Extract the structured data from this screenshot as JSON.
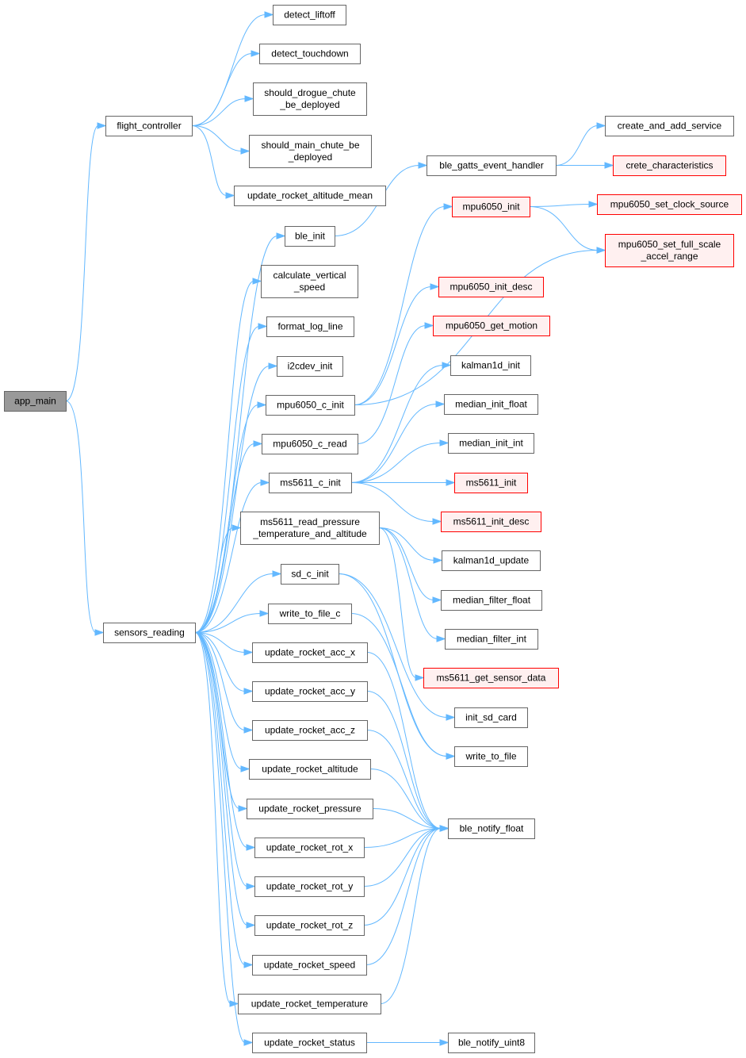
{
  "graph": {
    "edge_color": "#63b8ff",
    "root_fill": "#999999",
    "external_fill": "#fff0f0",
    "external_stroke": "#ff0000",
    "nodes": {
      "app_main": {
        "lines": [
          "app_main"
        ],
        "kind": "root"
      },
      "flight_controller": {
        "lines": [
          "flight_controller"
        ]
      },
      "sensors_reading": {
        "lines": [
          "sensors_reading"
        ]
      },
      "detect_liftoff": {
        "lines": [
          "detect_liftoff"
        ]
      },
      "detect_touchdown": {
        "lines": [
          "detect_touchdown"
        ]
      },
      "should_drogue_chute_be_deployed": {
        "lines": [
          "should_drogue_chute",
          "_be_deployed"
        ]
      },
      "should_main_chute_be_deployed": {
        "lines": [
          "should_main_chute_be",
          "_deployed"
        ]
      },
      "update_rocket_altitude_mean": {
        "lines": [
          "update_rocket_altitude_mean"
        ]
      },
      "ble_init": {
        "lines": [
          "ble_init"
        ]
      },
      "calculate_vertical_speed": {
        "lines": [
          "calculate_vertical",
          "_speed"
        ]
      },
      "format_log_line": {
        "lines": [
          "format_log_line"
        ]
      },
      "i2cdev_init": {
        "lines": [
          "i2cdev_init"
        ]
      },
      "mpu6050_c_init": {
        "lines": [
          "mpu6050_c_init"
        ]
      },
      "mpu6050_c_read": {
        "lines": [
          "mpu6050_c_read"
        ]
      },
      "ms5611_c_init": {
        "lines": [
          "ms5611_c_init"
        ]
      },
      "ms5611_read_pressure_temperature_and_altitude": {
        "lines": [
          "ms5611_read_pressure",
          "_temperature_and_altitude"
        ]
      },
      "sd_c_init": {
        "lines": [
          "sd_c_init"
        ]
      },
      "write_to_file_c": {
        "lines": [
          "write_to_file_c"
        ]
      },
      "update_rocket_acc_x": {
        "lines": [
          "update_rocket_acc_x"
        ]
      },
      "update_rocket_acc_y": {
        "lines": [
          "update_rocket_acc_y"
        ]
      },
      "update_rocket_acc_z": {
        "lines": [
          "update_rocket_acc_z"
        ]
      },
      "update_rocket_altitude": {
        "lines": [
          "update_rocket_altitude"
        ]
      },
      "update_rocket_pressure": {
        "lines": [
          "update_rocket_pressure"
        ]
      },
      "update_rocket_rot_x": {
        "lines": [
          "update_rocket_rot_x"
        ]
      },
      "update_rocket_rot_y": {
        "lines": [
          "update_rocket_rot_y"
        ]
      },
      "update_rocket_rot_z": {
        "lines": [
          "update_rocket_rot_z"
        ]
      },
      "update_rocket_speed": {
        "lines": [
          "update_rocket_speed"
        ]
      },
      "update_rocket_temperature": {
        "lines": [
          "update_rocket_temperature"
        ]
      },
      "update_rocket_status": {
        "lines": [
          "update_rocket_status"
        ]
      },
      "ble_gatts_event_handler": {
        "lines": [
          "ble_gatts_event_handler"
        ]
      },
      "mpu6050_init": {
        "lines": [
          "mpu6050_init"
        ],
        "kind": "external"
      },
      "mpu6050_init_desc": {
        "lines": [
          "mpu6050_init_desc"
        ],
        "kind": "external"
      },
      "mpu6050_get_motion": {
        "lines": [
          "mpu6050_get_motion"
        ],
        "kind": "external"
      },
      "kalman1d_init": {
        "lines": [
          "kalman1d_init"
        ]
      },
      "median_init_float": {
        "lines": [
          "median_init_float"
        ]
      },
      "median_init_int": {
        "lines": [
          "median_init_int"
        ]
      },
      "ms5611_init": {
        "lines": [
          "ms5611_init"
        ],
        "kind": "external"
      },
      "ms5611_init_desc": {
        "lines": [
          "ms5611_init_desc"
        ],
        "kind": "external"
      },
      "kalman1d_update": {
        "lines": [
          "kalman1d_update"
        ]
      },
      "median_filter_float": {
        "lines": [
          "median_filter_float"
        ]
      },
      "median_filter_int": {
        "lines": [
          "median_filter_int"
        ]
      },
      "ms5611_get_sensor_data": {
        "lines": [
          "ms5611_get_sensor_data"
        ],
        "kind": "external"
      },
      "init_sd_card": {
        "lines": [
          "init_sd_card"
        ]
      },
      "write_to_file": {
        "lines": [
          "write_to_file"
        ]
      },
      "ble_notify_float": {
        "lines": [
          "ble_notify_float"
        ]
      },
      "ble_notify_uint8": {
        "lines": [
          "ble_notify_uint8"
        ]
      },
      "create_and_add_service": {
        "lines": [
          "create_and_add_service"
        ]
      },
      "crete_characteristics": {
        "lines": [
          "crete_characteristics"
        ],
        "kind": "external"
      },
      "mpu6050_set_clock_source": {
        "lines": [
          "mpu6050_set_clock_source"
        ],
        "kind": "external"
      },
      "mpu6050_set_full_scale_accel_range": {
        "lines": [
          "mpu6050_set_full_scale",
          "_accel_range"
        ],
        "kind": "external"
      }
    },
    "edges": [
      [
        "app_main",
        "flight_controller"
      ],
      [
        "app_main",
        "sensors_reading"
      ],
      [
        "flight_controller",
        "detect_liftoff"
      ],
      [
        "flight_controller",
        "detect_touchdown"
      ],
      [
        "flight_controller",
        "should_drogue_chute_be_deployed"
      ],
      [
        "flight_controller",
        "should_main_chute_be_deployed"
      ],
      [
        "flight_controller",
        "update_rocket_altitude_mean"
      ],
      [
        "sensors_reading",
        "ble_init"
      ],
      [
        "sensors_reading",
        "calculate_vertical_speed"
      ],
      [
        "sensors_reading",
        "format_log_line"
      ],
      [
        "sensors_reading",
        "i2cdev_init"
      ],
      [
        "sensors_reading",
        "mpu6050_c_init"
      ],
      [
        "sensors_reading",
        "mpu6050_c_read"
      ],
      [
        "sensors_reading",
        "ms5611_c_init"
      ],
      [
        "sensors_reading",
        "ms5611_read_pressure_temperature_and_altitude"
      ],
      [
        "sensors_reading",
        "sd_c_init"
      ],
      [
        "sensors_reading",
        "write_to_file_c"
      ],
      [
        "sensors_reading",
        "update_rocket_acc_x"
      ],
      [
        "sensors_reading",
        "update_rocket_acc_y"
      ],
      [
        "sensors_reading",
        "update_rocket_acc_z"
      ],
      [
        "sensors_reading",
        "update_rocket_altitude"
      ],
      [
        "sensors_reading",
        "update_rocket_pressure"
      ],
      [
        "sensors_reading",
        "update_rocket_rot_x"
      ],
      [
        "sensors_reading",
        "update_rocket_rot_y"
      ],
      [
        "sensors_reading",
        "update_rocket_rot_z"
      ],
      [
        "sensors_reading",
        "update_rocket_speed"
      ],
      [
        "sensors_reading",
        "update_rocket_temperature"
      ],
      [
        "sensors_reading",
        "update_rocket_status"
      ],
      [
        "ble_init",
        "ble_gatts_event_handler"
      ],
      [
        "ble_gatts_event_handler",
        "create_and_add_service"
      ],
      [
        "ble_gatts_event_handler",
        "crete_characteristics"
      ],
      [
        "mpu6050_c_init",
        "mpu6050_init"
      ],
      [
        "mpu6050_c_init",
        "mpu6050_init_desc"
      ],
      [
        "mpu6050_c_init",
        "mpu6050_set_full_scale_accel_range"
      ],
      [
        "mpu6050_init",
        "mpu6050_set_clock_source"
      ],
      [
        "mpu6050_init",
        "mpu6050_set_full_scale_accel_range"
      ],
      [
        "mpu6050_c_read",
        "mpu6050_get_motion"
      ],
      [
        "ms5611_c_init",
        "kalman1d_init"
      ],
      [
        "ms5611_c_init",
        "median_init_float"
      ],
      [
        "ms5611_c_init",
        "median_init_int"
      ],
      [
        "ms5611_c_init",
        "ms5611_init"
      ],
      [
        "ms5611_c_init",
        "ms5611_init_desc"
      ],
      [
        "ms5611_read_pressure_temperature_and_altitude",
        "kalman1d_update"
      ],
      [
        "ms5611_read_pressure_temperature_and_altitude",
        "median_filter_float"
      ],
      [
        "ms5611_read_pressure_temperature_and_altitude",
        "median_filter_int"
      ],
      [
        "ms5611_read_pressure_temperature_and_altitude",
        "ms5611_get_sensor_data"
      ],
      [
        "sd_c_init",
        "init_sd_card"
      ],
      [
        "sd_c_init",
        "write_to_file"
      ],
      [
        "write_to_file_c",
        "write_to_file"
      ],
      [
        "update_rocket_acc_x",
        "ble_notify_float"
      ],
      [
        "update_rocket_acc_y",
        "ble_notify_float"
      ],
      [
        "update_rocket_acc_z",
        "ble_notify_float"
      ],
      [
        "update_rocket_altitude",
        "ble_notify_float"
      ],
      [
        "update_rocket_pressure",
        "ble_notify_float"
      ],
      [
        "update_rocket_rot_x",
        "ble_notify_float"
      ],
      [
        "update_rocket_rot_y",
        "ble_notify_float"
      ],
      [
        "update_rocket_rot_z",
        "ble_notify_float"
      ],
      [
        "update_rocket_speed",
        "ble_notify_float"
      ],
      [
        "update_rocket_temperature",
        "ble_notify_float"
      ],
      [
        "update_rocket_status",
        "ble_notify_uint8"
      ]
    ]
  }
}
